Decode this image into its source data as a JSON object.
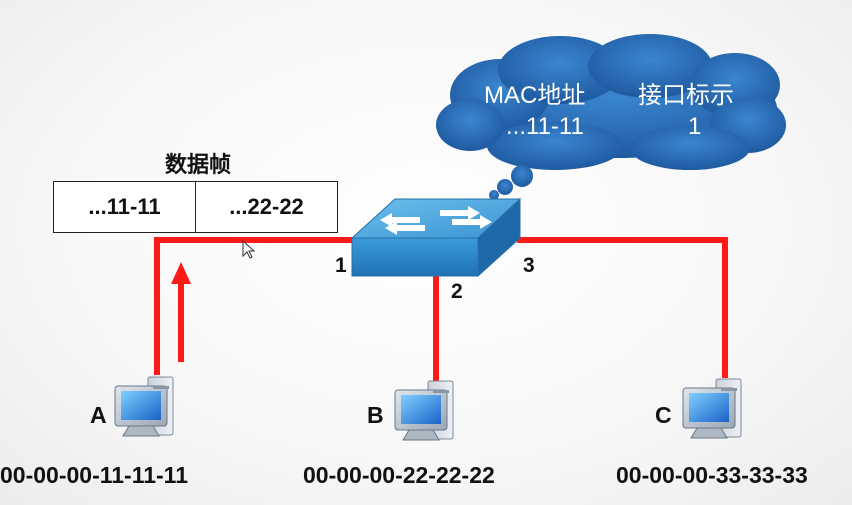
{
  "cloud": {
    "col1_header": "MAC地址",
    "col2_header": "接口标示",
    "col1_value": "...11-11",
    "col2_value": "1"
  },
  "frame": {
    "title": "数据帧",
    "cells": [
      "...11-11",
      "...22-22"
    ]
  },
  "ports": {
    "p1": "1",
    "p2": "2",
    "p3": "3"
  },
  "hosts": [
    {
      "label": "A",
      "mac": "00-00-00-11-11-11"
    },
    {
      "label": "B",
      "mac": "00-00-00-22-22-22"
    },
    {
      "label": "C",
      "mac": "00-00-00-33-33-33"
    }
  ],
  "colors": {
    "link": "#ff1a1a",
    "cloud": "#2e6fb8",
    "switch_top": "#4a9fd8",
    "switch_side": "#2a7fbf"
  }
}
